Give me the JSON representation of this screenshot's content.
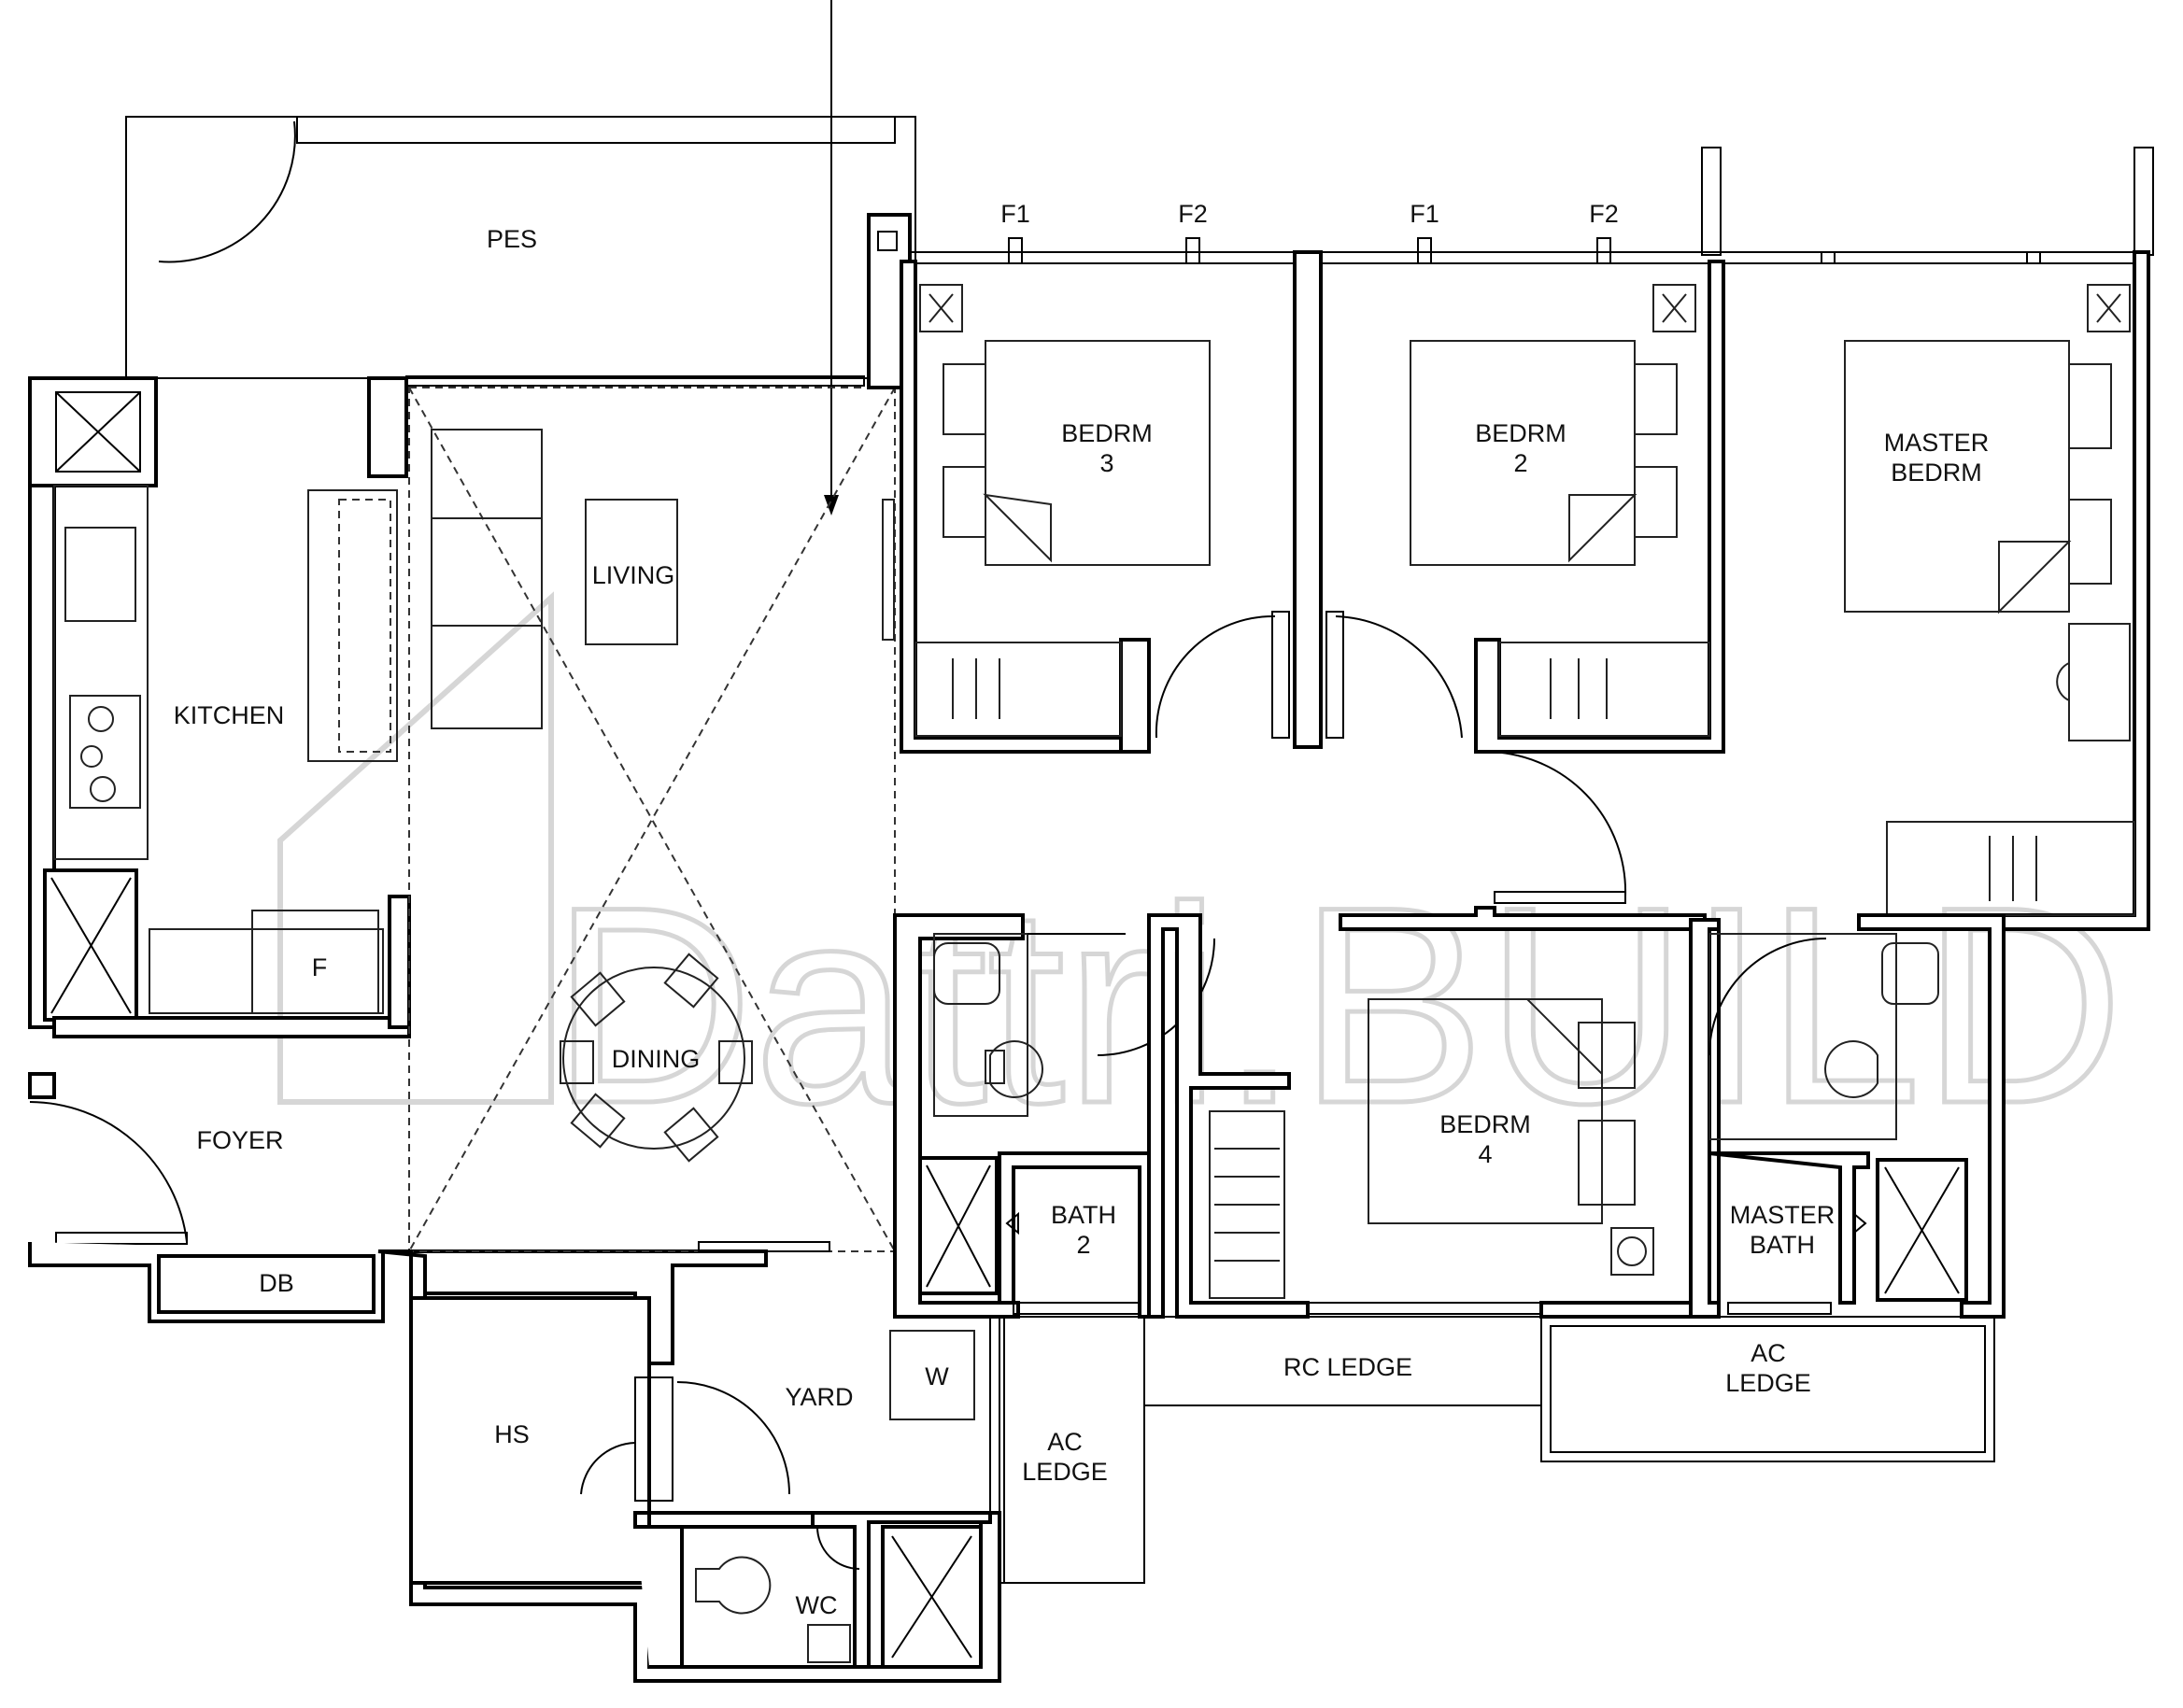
{
  "rooms": {
    "pes": "PES",
    "living": "LIVING",
    "kitchen": "KITCHEN",
    "fridge": "F",
    "dining": "DINING",
    "foyer": "FOYER",
    "db": "DB",
    "hs": "HS",
    "yard": "YARD",
    "washer": "W",
    "wc": "WC",
    "ac_ledge_left": [
      "AC",
      "LEDGE"
    ],
    "rc_ledge": "RC LEDGE",
    "ac_ledge_right": [
      "AC",
      "LEDGE"
    ],
    "bedrm3": [
      "BEDRM",
      "3"
    ],
    "bedrm2": [
      "BEDRM",
      "2"
    ],
    "master_bedrm": [
      "MASTER",
      "BEDRM"
    ],
    "bath2": [
      "BATH",
      "2"
    ],
    "bedrm4": [
      "BEDRM",
      "4"
    ],
    "master_bath": [
      "MASTER",
      "BATH"
    ]
  },
  "window_marks": [
    "F1",
    "F2",
    "F1",
    "F2"
  ],
  "watermark": "Dattri.BUILD",
  "colors": {
    "wall": "#000000",
    "watermark": "#d6d6d6"
  }
}
